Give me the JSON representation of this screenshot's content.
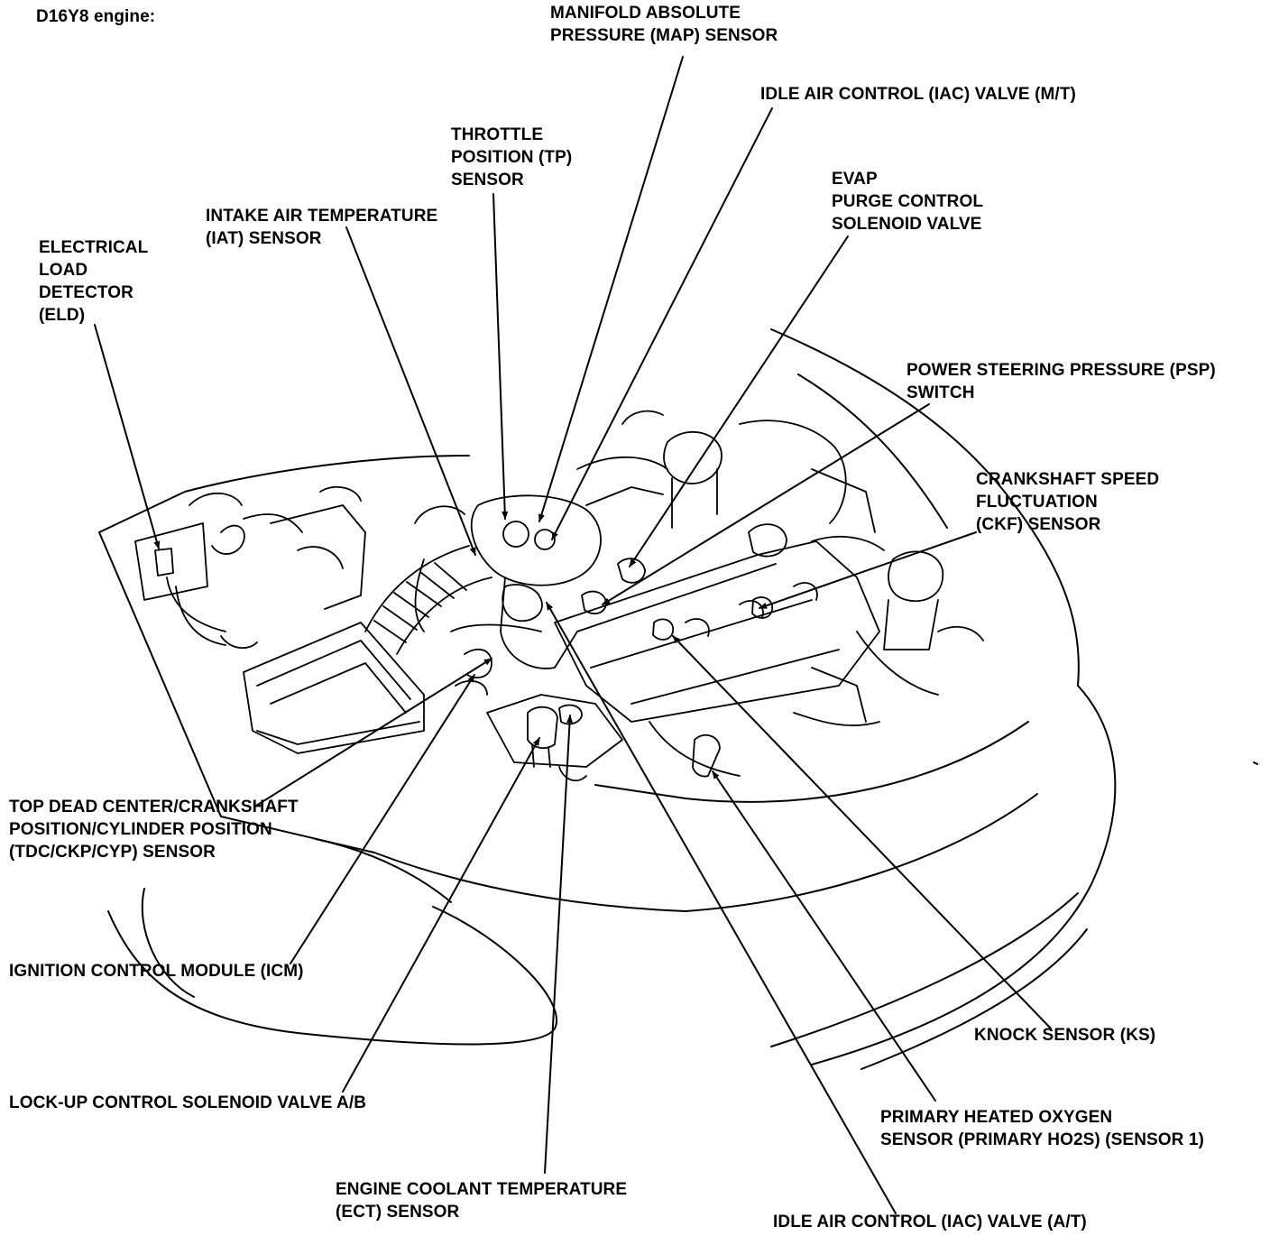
{
  "title": "D16Y8 engine:",
  "labels": {
    "map": [
      "MANIFOLD ABSOLUTE",
      "PRESSURE (MAP) SENSOR"
    ],
    "iac_mt": [
      "IDLE AIR CONTROL (IAC) VALVE (M/T)"
    ],
    "tp": [
      "THROTTLE",
      "POSITION (TP)",
      "SENSOR"
    ],
    "evap": [
      "EVAP",
      "PURGE CONTROL",
      "SOLENOID VALVE"
    ],
    "iat": [
      "INTAKE AIR TEMPERATURE",
      "(IAT) SENSOR"
    ],
    "eld": [
      "ELECTRICAL",
      "LOAD",
      "DETECTOR",
      "(ELD)"
    ],
    "psp": [
      "POWER STEERING PRESSURE (PSP)",
      "SWITCH"
    ],
    "ckf": [
      "CRANKSHAFT SPEED",
      "FLUCTUATION",
      "(CKF) SENSOR"
    ],
    "tdc": [
      "TOP DEAD CENTER/CRANKSHAFT",
      "POSITION/CYLINDER POSITION",
      "(TDC/CKP/CYP) SENSOR"
    ],
    "icm": [
      "IGNITION CONTROL MODULE (ICM)"
    ],
    "ks": [
      "KNOCK SENSOR (KS)"
    ],
    "lockup": [
      "LOCK-UP CONTROL SOLENOID VALVE A/B"
    ],
    "ho2s": [
      "PRIMARY HEATED OXYGEN",
      "SENSOR (PRIMARY HO2S) (SENSOR 1)"
    ],
    "ect": [
      "ENGINE COOLANT TEMPERATURE",
      "(ECT) SENSOR"
    ],
    "iac_at": [
      "IDLE AIR CONTROL (IAC) VALVE (A/T)"
    ]
  }
}
